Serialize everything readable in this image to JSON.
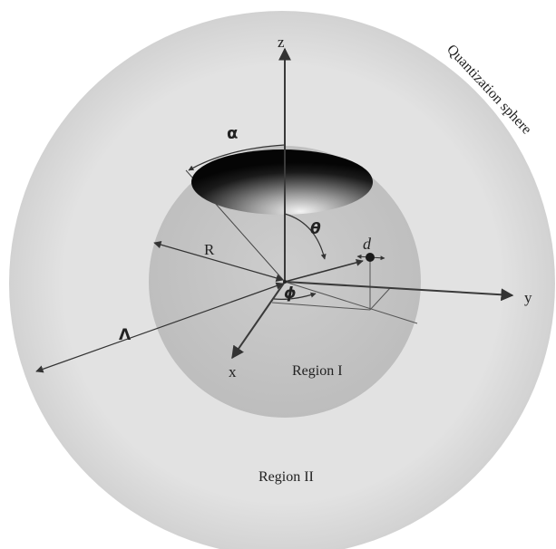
{
  "labels": {
    "quantization_sphere": "Quantization sphere",
    "region_one": "Region I",
    "region_two": "Region II",
    "axis_x": "x",
    "axis_y": "y",
    "axis_z": "z",
    "alpha": "α",
    "theta": "θ",
    "phi": "ϕ",
    "radius_R": "R",
    "lambda": "Λ",
    "dipole": "d"
  },
  "colors": {
    "outer_sphere": "#dedede",
    "inner_sphere": "#c6c6c6",
    "cap_dark": "#0a0a0a",
    "cap_highlight": "#f4f4f4",
    "axis": "#3a3a3a",
    "line": "#555555"
  }
}
